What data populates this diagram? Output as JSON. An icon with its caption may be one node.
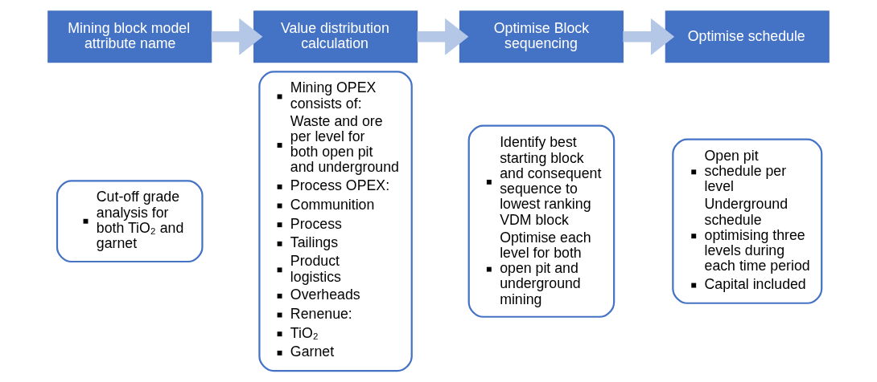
{
  "diagram": {
    "nodes": [
      {
        "text": [
          "Mining block model attribute name"
        ]
      },
      {
        "text": [
          "Cut-off grade analysis for both TiO₂ and garnet"
        ]
      },
      {
        "text": [
          "Value distribution calculation"
        ]
      },
      {
        "text": [
          "Mining OPEX consists of:",
          "Waste and ore per level for both open pit and underground",
          "Process OPEX:",
          "Communition",
          "Process",
          "Tailings",
          "Product logistics",
          "Overheads",
          "Renenue:",
          "TiO₂",
          "Garnet"
        ]
      },
      {
        "text": [
          "Optimise Block sequencing"
        ]
      },
      {
        "text": [
          "Identify best starting block and consequent sequence to lowest ranking VDM block",
          "Optimise each level for both open pit and underground mining"
        ]
      },
      {
        "text": [
          "Optimise schedule"
        ]
      },
      {
        "text": [
          "Open pit schedule per level",
          "Underground schedule optimising three levels during each time period",
          "Capital included"
        ]
      }
    ],
    "edges": [
      {
        "from": 0,
        "to": 2,
        "arrow": "to"
      },
      {
        "from": 2,
        "to": 4,
        "arrow": "to"
      },
      {
        "from": 4,
        "to": 6,
        "arrow": "to"
      }
    ]
  }
}
